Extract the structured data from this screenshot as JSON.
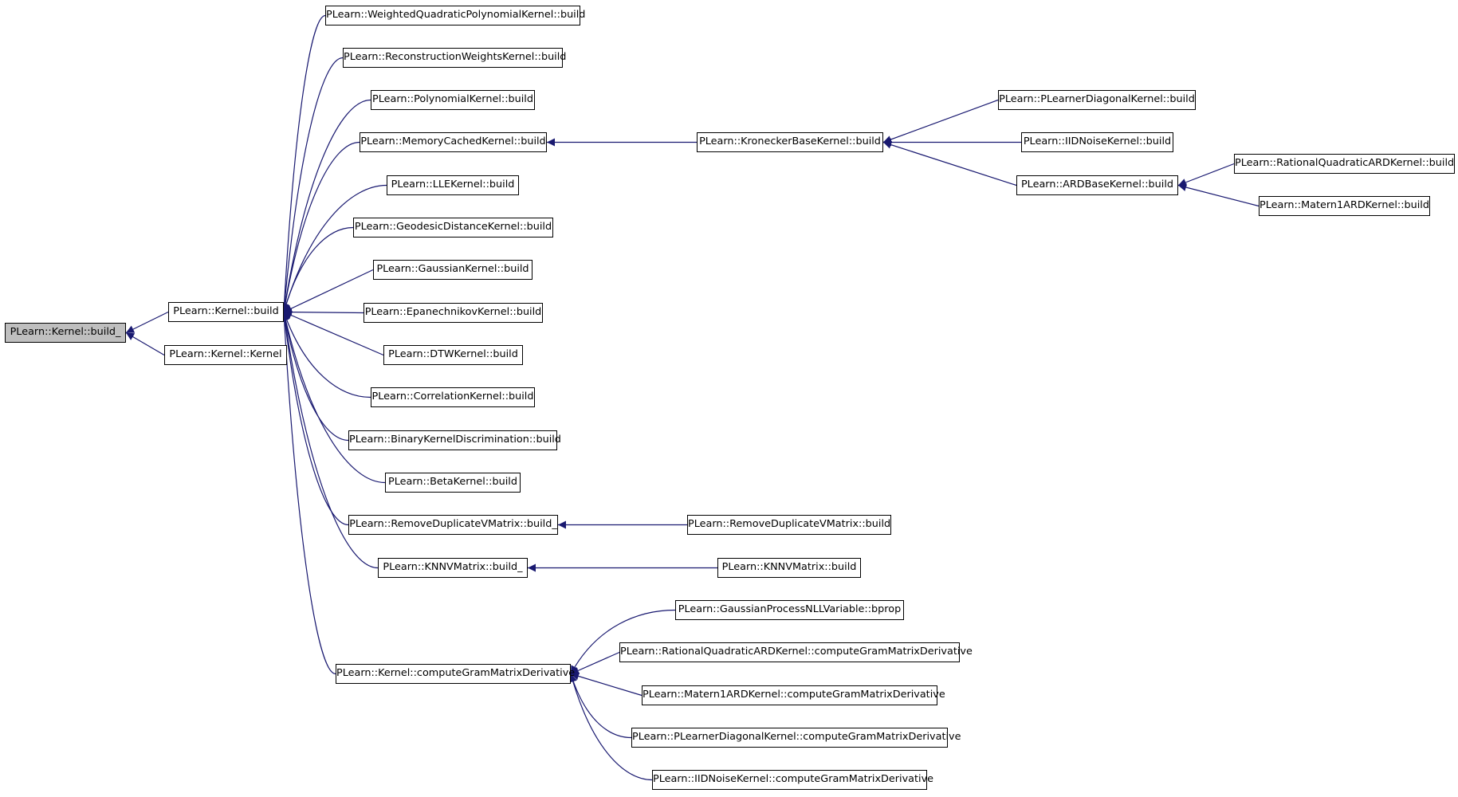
{
  "colors": {
    "edge": "#191970",
    "node_border": "#000000",
    "node_fill": "#ffffff",
    "root_fill": "#bfbfbf"
  },
  "nodes": {
    "n0": "PLearn::Kernel::build_",
    "n1": "PLearn::Kernel::build",
    "n2": "PLearn::Kernel::Kernel",
    "n3": "PLearn::WeightedQuadraticPolynomialKernel::build",
    "n4": "PLearn::ReconstructionWeightsKernel::build",
    "n5": "PLearn::PolynomialKernel::build",
    "n6": "PLearn::MemoryCachedKernel::build",
    "n7": "PLearn::LLEKernel::build",
    "n8": "PLearn::GeodesicDistanceKernel::build",
    "n9": "PLearn::GaussianKernel::build",
    "n10": "PLearn::EpanechnikovKernel::build",
    "n11": "PLearn::DTWKernel::build",
    "n12": "PLearn::CorrelationKernel::build",
    "n13": "PLearn::BinaryKernelDiscrimination::build",
    "n14": "PLearn::BetaKernel::build",
    "n15": "PLearn::RemoveDuplicateVMatrix::build_",
    "n16": "PLearn::KNNVMatrix::build_",
    "n17": "PLearn::Kernel::computeGramMatrixDerivative",
    "n18": "PLearn::KroneckerBaseKernel::build",
    "n19": "PLearn::PLearnerDiagonalKernel::build",
    "n20": "PLearn::IIDNoiseKernel::build",
    "n21": "PLearn::ARDBaseKernel::build",
    "n22": "PLearn::RationalQuadraticARDKernel::build",
    "n23": "PLearn::Matern1ARDKernel::build",
    "n24": "PLearn::RemoveDuplicateVMatrix::build",
    "n25": "PLearn::KNNVMatrix::build",
    "n26": "PLearn::GaussianProcessNLLVariable::bprop",
    "n27": "PLearn::RationalQuadraticARDKernel::computeGramMatrixDerivative",
    "n28": "PLearn::Matern1ARDKernel::computeGramMatrixDerivative",
    "n29": "PLearn::PLearnerDiagonalKernel::computeGramMatrixDerivative",
    "n30": "PLearn::IIDNoiseKernel::computeGramMatrixDerivative"
  },
  "edges": [
    [
      "n1",
      "n0"
    ],
    [
      "n2",
      "n0"
    ],
    [
      "n3",
      "n1"
    ],
    [
      "n4",
      "n1"
    ],
    [
      "n5",
      "n1"
    ],
    [
      "n6",
      "n1"
    ],
    [
      "n7",
      "n1"
    ],
    [
      "n8",
      "n1"
    ],
    [
      "n9",
      "n1"
    ],
    [
      "n10",
      "n1"
    ],
    [
      "n11",
      "n1"
    ],
    [
      "n12",
      "n1"
    ],
    [
      "n13",
      "n1"
    ],
    [
      "n14",
      "n1"
    ],
    [
      "n15",
      "n1"
    ],
    [
      "n16",
      "n1"
    ],
    [
      "n17",
      "n1"
    ],
    [
      "n18",
      "n6"
    ],
    [
      "n19",
      "n18"
    ],
    [
      "n20",
      "n18"
    ],
    [
      "n21",
      "n18"
    ],
    [
      "n22",
      "n21"
    ],
    [
      "n23",
      "n21"
    ],
    [
      "n24",
      "n15"
    ],
    [
      "n25",
      "n16"
    ],
    [
      "n26",
      "n17"
    ],
    [
      "n27",
      "n17"
    ],
    [
      "n28",
      "n17"
    ],
    [
      "n29",
      "n17"
    ],
    [
      "n30",
      "n17"
    ]
  ]
}
